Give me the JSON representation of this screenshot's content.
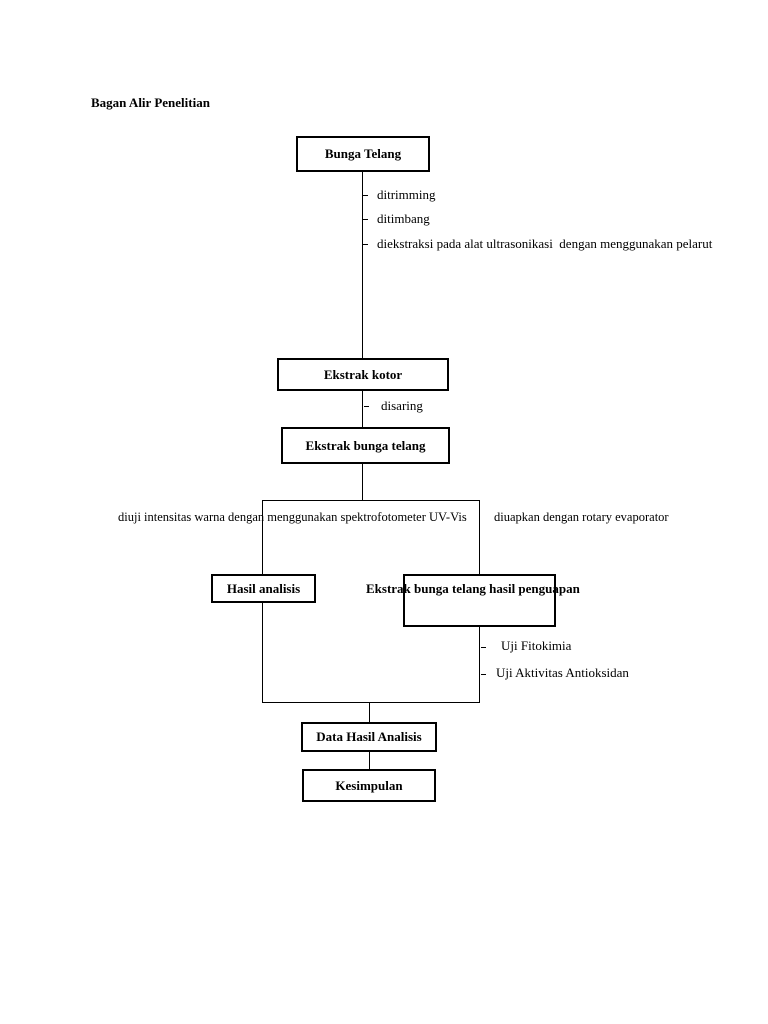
{
  "page_title": "Bagan Alir Penelitian",
  "nodes": {
    "bunga_telang": "Bunga Telang",
    "ekstrak_kotor": "Ekstrak kotor",
    "ekstrak_bunga_telang": "Ekstrak bunga telang",
    "hasil_analisis": "Hasil analisis",
    "ekstrak_hasil_penguapan": "Ekstrak bunga telang hasil penguapan",
    "data_hasil_analisis": "Data Hasil Analisis",
    "kesimpulan": "Kesimpulan"
  },
  "steps": {
    "step1": [
      "ditrimming",
      "ditimbang",
      "diekstraksi pada alat ultrasonikasi  dengan menggunakan pelarut"
    ],
    "step2": [
      "disaring"
    ],
    "left_branch": "diuji intensitas warna dengan menggunakan spektrofotometer UV-Vis",
    "right_branch": "diuapkan dengan rotary evaporator",
    "step3": [
      "Uji Fitokimia",
      "Uji Aktivitas Antioksidan"
    ]
  }
}
